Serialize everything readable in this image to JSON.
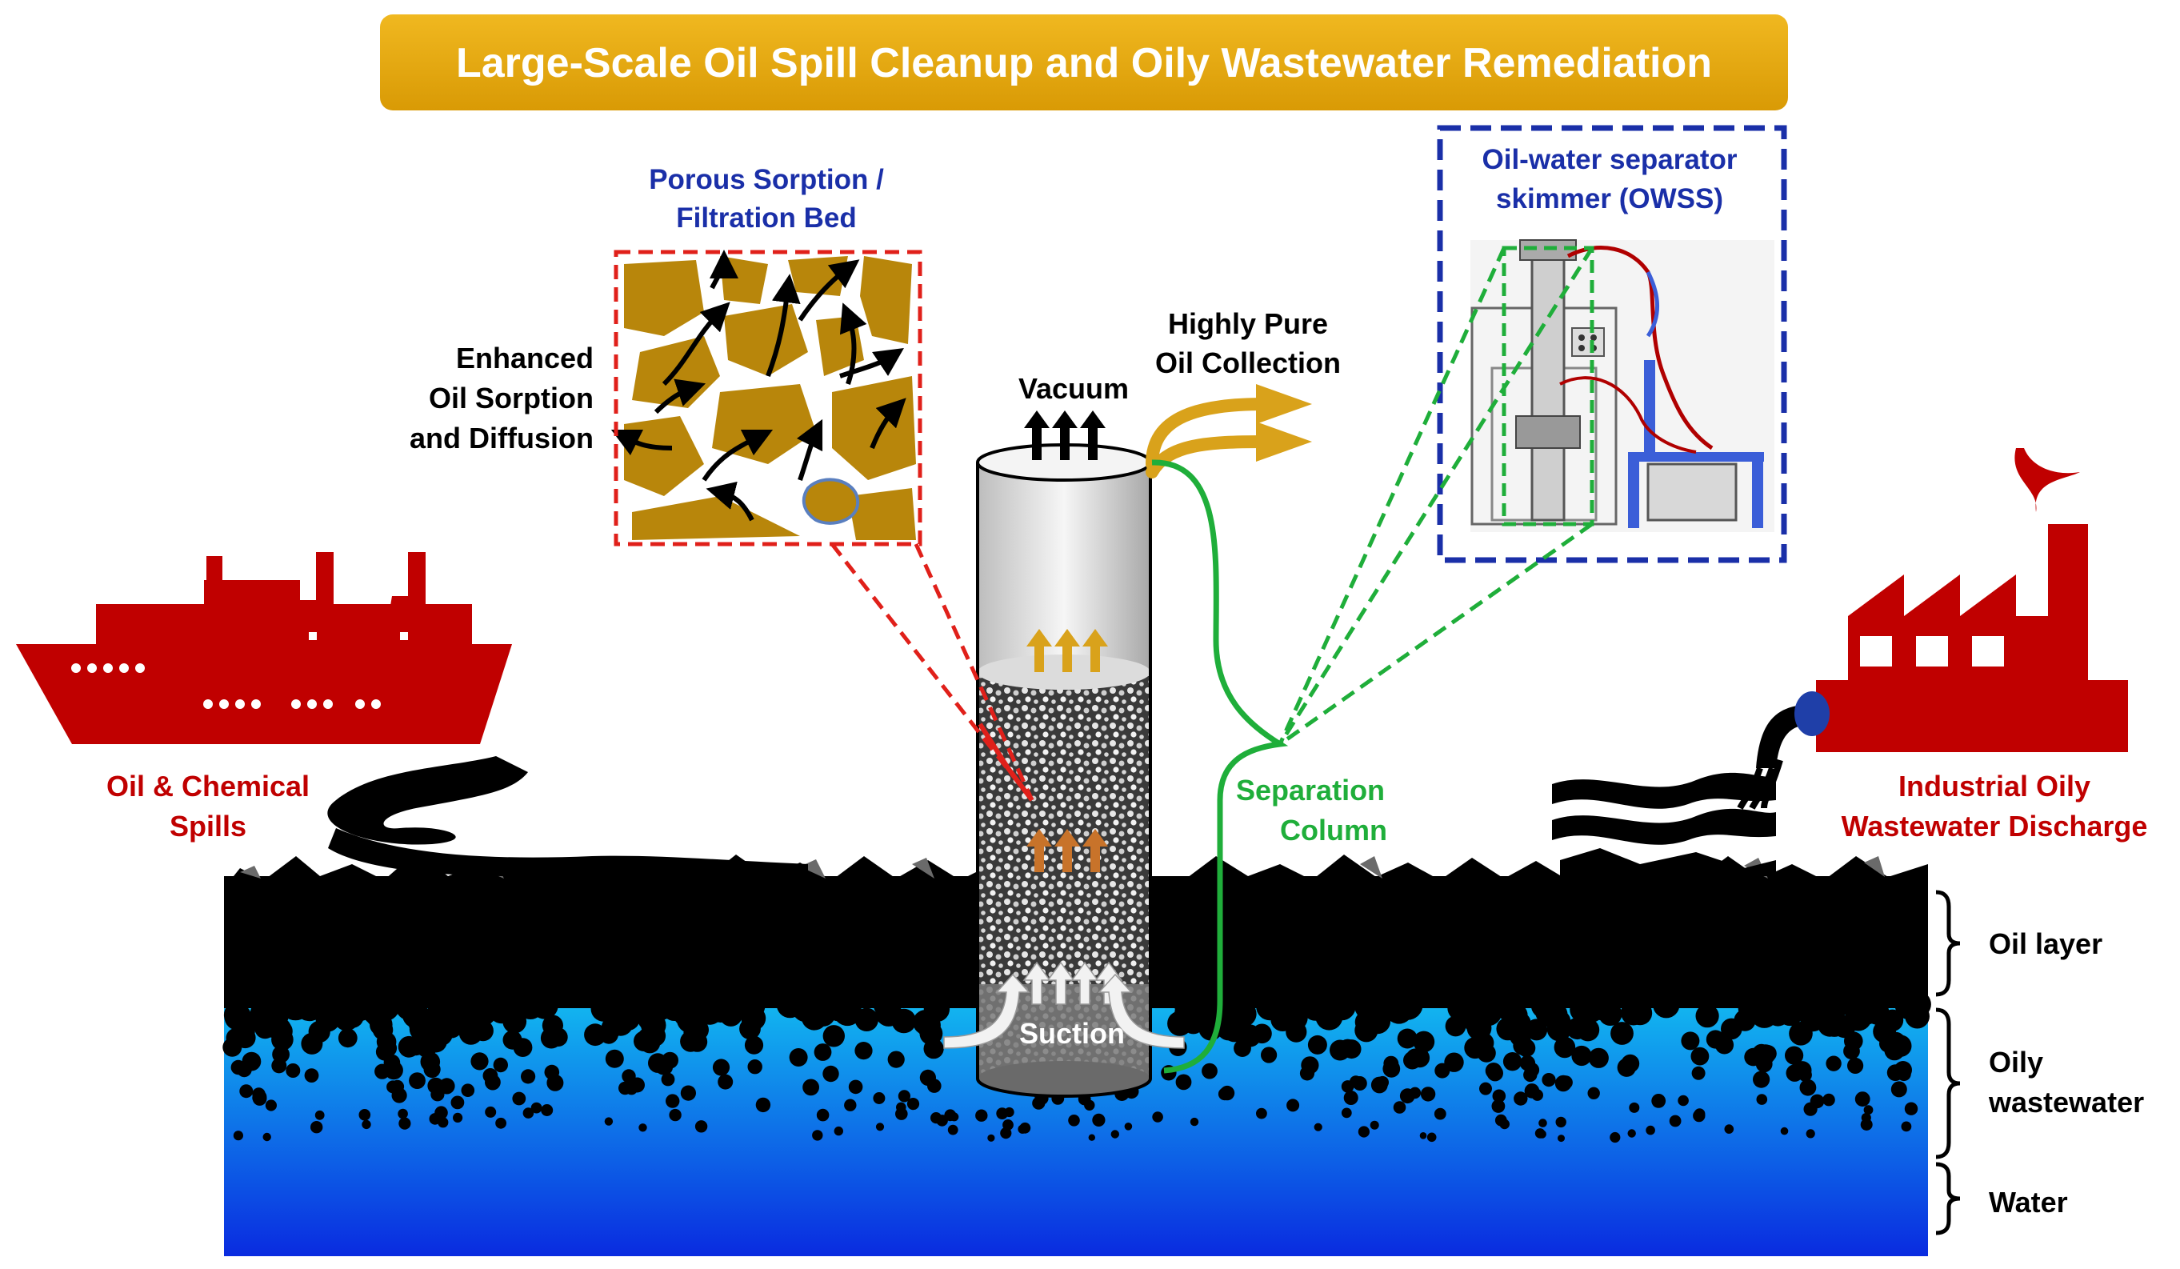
{
  "title": "Large-Scale Oil Spill Cleanup and Oily Wastewater Remediation",
  "labels": {
    "porous_bed": [
      "Porous Sorption /",
      "Filtration Bed"
    ],
    "enhanced": [
      "Enhanced",
      "Oil Sorption",
      "and Diffusion"
    ],
    "vacuum": "Vacuum",
    "pure_oil": [
      "Highly Pure",
      "Oil Collection"
    ],
    "owss": [
      "Oil-water separator",
      "skimmer (OWSS)"
    ],
    "oil_spills": [
      "Oil & Chemical",
      "Spills"
    ],
    "separation": [
      "Separation",
      "Column"
    ],
    "suction": "Suction",
    "industrial": [
      "Industrial Oily",
      "Wastewater Discharge"
    ],
    "layers": [
      "Oil layer",
      "Oily",
      "wastewater",
      "Water"
    ]
  },
  "colors": {
    "title_bg": "#e8a80a",
    "title_text": "#ffffff",
    "red_accent": "#c00000",
    "blue_accent": "#1a2fa8",
    "green_accent": "#1fae3a",
    "sorbent": "#b8860b",
    "oil_arrow": "#d9a21b",
    "water_top": "#12b8f0",
    "water_bottom": "#0a2be0",
    "oil": "#000000"
  },
  "icons": [
    "ship-icon",
    "factory-icon",
    "discharge-pipe-icon",
    "separator-machine-icon"
  ]
}
